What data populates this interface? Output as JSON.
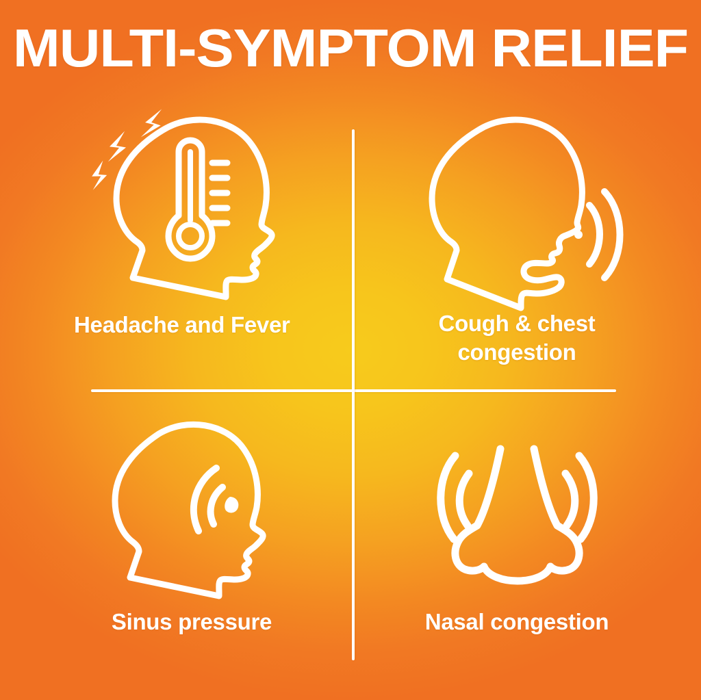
{
  "poster": {
    "title": "MULTI-SYMPTOM RELIEF",
    "background": {
      "center_color": "#F7CB1C",
      "edge_color": "#F07022",
      "gradient_type": "radial"
    },
    "divider_color": "#FFFFFF",
    "text_color": "#FFFFFF",
    "icon_stroke_color": "#FFFFFF"
  },
  "symptoms": [
    {
      "id": "headache-fever",
      "caption": "Headache and Fever",
      "icon": "head-profile-thermometer-pain-bolts-icon",
      "quadrant": "top-left"
    },
    {
      "id": "cough-chest-congestion",
      "caption_line1": "Cough & chest",
      "caption_line2": "congestion",
      "icon": "head-profile-coughing-soundwaves-icon",
      "quadrant": "top-right"
    },
    {
      "id": "sinus-pressure",
      "caption": "Sinus pressure",
      "icon": "head-profile-sinus-waves-icon",
      "quadrant": "bottom-left"
    },
    {
      "id": "nasal-congestion",
      "caption": "Nasal congestion",
      "icon": "nose-front-view-waves-icon",
      "quadrant": "bottom-right"
    }
  ]
}
